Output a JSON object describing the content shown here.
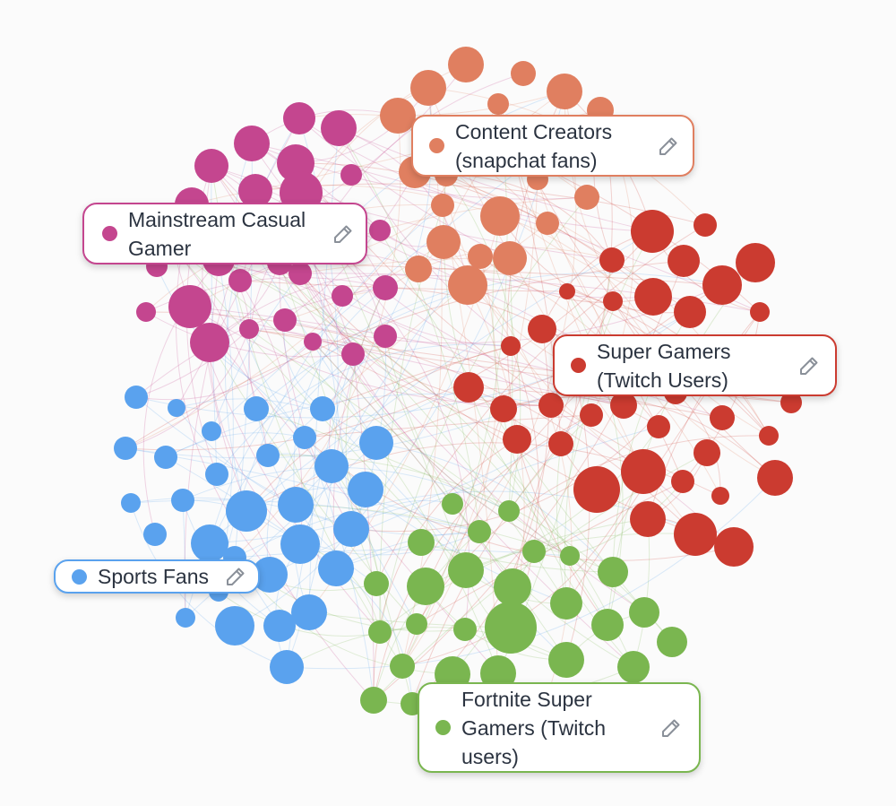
{
  "clusters": [
    {
      "id": "casual",
      "label": "Mainstream Casual Gamer",
      "color": "#c4468f",
      "edit_icon": "pencil-icon",
      "nodes": [
        [
          236,
          185,
          19
        ],
        [
          281,
          160,
          20
        ],
        [
          334,
          132,
          18
        ],
        [
          378,
          143,
          20
        ],
        [
          330,
          182,
          21
        ],
        [
          392,
          195,
          12
        ],
        [
          214,
          228,
          19
        ],
        [
          285,
          213,
          19
        ],
        [
          336,
          215,
          24
        ],
        [
          320,
          262,
          14
        ],
        [
          273,
          264,
          17
        ],
        [
          244,
          290,
          18
        ],
        [
          312,
          293,
          14
        ],
        [
          175,
          297,
          12
        ],
        [
          212,
          342,
          24
        ],
        [
          268,
          313,
          13
        ],
        [
          335,
          305,
          13
        ],
        [
          382,
          330,
          12
        ],
        [
          430,
          321,
          14
        ],
        [
          318,
          357,
          13
        ],
        [
          278,
          367,
          11
        ],
        [
          349,
          381,
          10
        ],
        [
          234,
          382,
          22
        ],
        [
          394,
          395,
          13
        ],
        [
          430,
          375,
          13
        ],
        [
          163,
          348,
          11
        ],
        [
          193,
          276,
          14
        ],
        [
          356,
          265,
          10
        ],
        [
          424,
          257,
          12
        ]
      ]
    },
    {
      "id": "creators",
      "label": "Content Creators (snapchat fans)",
      "color": "#e07f60",
      "edit_icon": "pencil-icon",
      "nodes": [
        [
          520,
          72,
          20
        ],
        [
          584,
          82,
          14
        ],
        [
          478,
          98,
          20
        ],
        [
          630,
          102,
          20
        ],
        [
          556,
          116,
          12
        ],
        [
          444,
          129,
          20
        ],
        [
          670,
          123,
          15
        ],
        [
          463,
          192,
          18
        ],
        [
          498,
          195,
          13
        ],
        [
          494,
          229,
          13
        ],
        [
          558,
          241,
          22
        ],
        [
          611,
          249,
          13
        ],
        [
          495,
          270,
          19
        ],
        [
          536,
          286,
          14
        ],
        [
          569,
          288,
          19
        ],
        [
          522,
          318,
          22
        ],
        [
          467,
          300,
          15
        ],
        [
          600,
          200,
          12
        ],
        [
          655,
          220,
          14
        ]
      ]
    },
    {
      "id": "super",
      "label": "Super Gamers (Twitch Users)",
      "color": "#cb3b30",
      "edit_icon": "pencil-icon",
      "nodes": [
        [
          728,
          258,
          24
        ],
        [
          787,
          251,
          13
        ],
        [
          683,
          290,
          14
        ],
        [
          763,
          291,
          18
        ],
        [
          843,
          293,
          22
        ],
        [
          806,
          318,
          22
        ],
        [
          729,
          331,
          21
        ],
        [
          770,
          348,
          18
        ],
        [
          633,
          325,
          9
        ],
        [
          684,
          336,
          11
        ],
        [
          848,
          348,
          11
        ],
        [
          605,
          367,
          16
        ],
        [
          570,
          386,
          11
        ],
        [
          523,
          432,
          17
        ],
        [
          562,
          456,
          15
        ],
        [
          615,
          452,
          14
        ],
        [
          577,
          490,
          16
        ],
        [
          626,
          495,
          14
        ],
        [
          660,
          463,
          13
        ],
        [
          696,
          452,
          15
        ],
        [
          754,
          438,
          13
        ],
        [
          806,
          466,
          14
        ],
        [
          735,
          476,
          13
        ],
        [
          858,
          486,
          11
        ],
        [
          789,
          505,
          15
        ],
        [
          718,
          526,
          25
        ],
        [
          666,
          546,
          26
        ],
        [
          762,
          537,
          13
        ],
        [
          865,
          533,
          20
        ],
        [
          723,
          579,
          20
        ],
        [
          804,
          553,
          10
        ],
        [
          776,
          596,
          24
        ],
        [
          819,
          610,
          22
        ],
        [
          883,
          449,
          12
        ],
        [
          640,
          411,
          10
        ]
      ]
    },
    {
      "id": "sports",
      "label": "Sports Fans",
      "color": "#5aa2ee",
      "edit_icon": "pencil-icon",
      "nodes": [
        [
          152,
          443,
          13
        ],
        [
          197,
          455,
          10
        ],
        [
          286,
          456,
          14
        ],
        [
          360,
          456,
          14
        ],
        [
          236,
          481,
          11
        ],
        [
          140,
          500,
          13
        ],
        [
          185,
          510,
          13
        ],
        [
          299,
          508,
          13
        ],
        [
          340,
          488,
          13
        ],
        [
          420,
          494,
          19
        ],
        [
          242,
          529,
          13
        ],
        [
          370,
          520,
          19
        ],
        [
          408,
          546,
          20
        ],
        [
          146,
          561,
          11
        ],
        [
          204,
          558,
          13
        ],
        [
          275,
          570,
          23
        ],
        [
          330,
          563,
          20
        ],
        [
          173,
          596,
          13
        ],
        [
          234,
          606,
          21
        ],
        [
          335,
          607,
          22
        ],
        [
          392,
          590,
          20
        ],
        [
          375,
          634,
          20
        ],
        [
          262,
          622,
          13
        ],
        [
          301,
          641,
          20
        ],
        [
          207,
          689,
          11
        ],
        [
          262,
          698,
          22
        ],
        [
          312,
          698,
          18
        ],
        [
          345,
          683,
          20
        ],
        [
          320,
          744,
          19
        ],
        [
          244,
          660,
          11
        ]
      ]
    },
    {
      "id": "fortnite",
      "label": "Fortnite Super Gamers (Twitch users)",
      "color": "#7ab650",
      "edit_icon": "pencil-icon",
      "nodes": [
        [
          505,
          562,
          12
        ],
        [
          568,
          570,
          12
        ],
        [
          470,
          605,
          15
        ],
        [
          535,
          593,
          13
        ],
        [
          596,
          615,
          13
        ],
        [
          636,
          620,
          11
        ],
        [
          520,
          636,
          20
        ],
        [
          475,
          654,
          21
        ],
        [
          572,
          655,
          21
        ],
        [
          684,
          638,
          17
        ],
        [
          420,
          651,
          14
        ],
        [
          632,
          673,
          18
        ],
        [
          719,
          683,
          17
        ],
        [
          465,
          696,
          12
        ],
        [
          519,
          702,
          13
        ],
        [
          570,
          700,
          29
        ],
        [
          678,
          697,
          18
        ],
        [
          424,
          705,
          13
        ],
        [
          750,
          716,
          17
        ],
        [
          449,
          743,
          14
        ],
        [
          505,
          752,
          20
        ],
        [
          556,
          751,
          20
        ],
        [
          632,
          736,
          20
        ],
        [
          707,
          744,
          18
        ],
        [
          417,
          781,
          15
        ],
        [
          460,
          785,
          13
        ],
        [
          610,
          780,
          14
        ]
      ]
    }
  ],
  "edge_colors": [
    "#c4468f",
    "#e07f60",
    "#cb3b30",
    "#5aa2ee",
    "#7ab650"
  ]
}
